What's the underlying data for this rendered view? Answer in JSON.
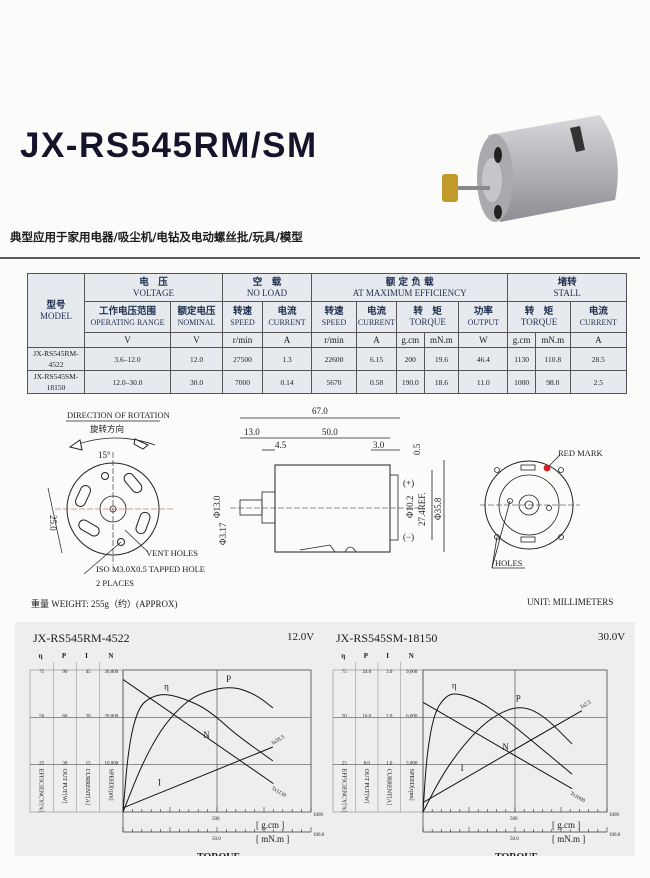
{
  "header": {
    "title": "JX-RS545RM/SM",
    "subtitle": "典型应用于家用电器/吸尘机/电钻及电动螺丝批/玩具/模型"
  },
  "table": {
    "model_zh": "型号",
    "model_en": "MODEL",
    "voltage_zh": "电　压",
    "voltage_en": "VOLTAGE",
    "noload_zh": "空　载",
    "noload_en": "NO LOAD",
    "maxeff_zh": "额 定 负 载",
    "maxeff_en": "AT MAXIMUM EFFICIENCY",
    "stall_zh": "堵转",
    "stall_en": "STALL",
    "op_range_zh": "工作电压范围",
    "op_range_en": "OPERATING RANGE",
    "nominal_zh": "额定电压",
    "nominal_en": "NOMINAL",
    "speed_zh": "转速",
    "speed_en": "SPEED",
    "current_zh": "电流",
    "current_en": "CURRENT",
    "torque_zh": "转　矩",
    "torque_en": "TORQUE",
    "output_zh": "功率",
    "output_en": "OUTPUT",
    "units": [
      "V",
      "V",
      "r/min",
      "A",
      "r/min",
      "A",
      "g.cm",
      "mN.m",
      "W",
      "g.cm",
      "mN.m",
      "A"
    ],
    "rows": [
      [
        "JX-RS545RM-4522",
        "3.6–12.0",
        "12.0",
        "27500",
        "1.3",
        "22600",
        "6.15",
        "200",
        "19.6",
        "46.4",
        "1130",
        "110.8",
        "28.5"
      ],
      [
        "JX-RS545SM-18150",
        "12.0–30.0",
        "30.0",
        "7000",
        "0.14",
        "5670",
        "0.58",
        "190.0",
        "18.6",
        "11.0",
        "1000",
        "98.0",
        "2.5"
      ]
    ]
  },
  "drawing": {
    "direction_en": "DIRECTION OF ROTATION",
    "direction_zh": "旋转方向",
    "angle": "15°",
    "pcd": "25.0",
    "vent_holes": "VENT HOLES",
    "tapped_hole": "ISO M3.0X0.5 TAPPED HOLE",
    "places": "2 PLACES",
    "dim_total": "67.0",
    "dim_shaft": "13.0",
    "dim_body": "50.0",
    "dim_boss": "4.5",
    "dim_term": "3.0",
    "dim_05": "0.5",
    "dim_d13": "Φ13.0",
    "dim_d317": "Φ3.17",
    "dim_d102": "Φ10.2",
    "dim_274": "27.4REF.",
    "dim_d358": "Φ35.8",
    "plus": "(+)",
    "minus": "(−)",
    "red_mark": "RED MARK",
    "holes": "HOLES",
    "weight": "重量 WEIGHT: 255g（约）(APPROX)",
    "unit": "UNIT: MILLIMETERS"
  },
  "colors": {
    "red_mark": "#d42020",
    "table_bg": "#e6eaee",
    "chart_bg": "#edefed"
  },
  "chart_data": [
    {
      "type": "line",
      "title": "JX-RS545RM-4522",
      "voltage": "12.0V",
      "xlabel": "TORQUE",
      "xunit1": "[ g.cm ]",
      "xunit2": "[ mN.m ]",
      "xlim": [
        0,
        1000
      ],
      "x2ticks": [
        "50.0",
        "100.0"
      ],
      "xticks": [
        "500",
        "1000"
      ],
      "axes": [
        {
          "sym": "η",
          "label": "EFFICIENCY[%]",
          "max": 75,
          "ticks": [
            "75",
            "50",
            "25"
          ]
        },
        {
          "sym": "P",
          "label": "OUT PUT[W]",
          "max": 90,
          "ticks": [
            "90",
            "60",
            "30"
          ]
        },
        {
          "sym": "I",
          "label": "CURRENT[A]",
          "max": 45,
          "ticks": [
            "45",
            "30",
            "15"
          ]
        },
        {
          "sym": "N",
          "label": "SPEED[rpm]",
          "max": 30000,
          "ticks": [
            "30,000",
            "20,000",
            "10,000"
          ]
        }
      ],
      "series": [
        {
          "name": "η",
          "axis": 0,
          "x": [
            0,
            30,
            80,
            150,
            240,
            400,
            500,
            600,
            797
          ],
          "y": [
            0,
            35,
            55,
            61,
            62.6,
            57,
            50,
            41,
            27
          ]
        },
        {
          "name": "P",
          "axis": 1,
          "x": [
            0,
            100,
            200,
            300,
            400,
            570,
            700,
            797
          ],
          "y": [
            0,
            30,
            52,
            66,
            75,
            80,
            75,
            66
          ]
        },
        {
          "name": "N",
          "axis": 3,
          "x": [
            0,
            800
          ],
          "y": [
            28000,
            6000
          ],
          "end_label": "Ts1130"
        },
        {
          "name": "I",
          "axis": 2,
          "x": [
            0,
            797
          ],
          "y": [
            1.3,
            20.6
          ],
          "end_label": "Ia28.5"
        }
      ]
    },
    {
      "type": "line",
      "title": "JX-RS545SM-18150",
      "voltage": "30.0V",
      "xlabel": "TORQUE",
      "xunit1": "[ g.cm ]",
      "xunit2": "[ mN.m ]",
      "xlim": [
        0,
        1000
      ],
      "x2ticks": [
        "50.0",
        "100.0"
      ],
      "xticks": [
        "500",
        "1000"
      ],
      "axes": [
        {
          "sym": "η",
          "label": "EFFICIENCY[%]",
          "max": 75,
          "ticks": [
            "75",
            "50",
            "25"
          ]
        },
        {
          "sym": "P",
          "label": "OUT PUT[W]",
          "max": 24,
          "ticks": [
            "24.0",
            "16.0",
            "8.0"
          ]
        },
        {
          "sym": "I",
          "label": "CURRENT[A]",
          "max": 3,
          "ticks": [
            "3.0",
            "2.0",
            "1.0"
          ]
        },
        {
          "sym": "N",
          "label": "SPEED[rpm]",
          "max": 9000,
          "ticks": [
            "9,000",
            "6,000",
            "3,000"
          ]
        }
      ],
      "series": [
        {
          "name": "η",
          "axis": 0,
          "x": [
            0,
            20,
            60,
            120,
            179,
            300,
            450,
            600,
            810
          ],
          "y": [
            0,
            30,
            52,
            61,
            63,
            59,
            49,
            37,
            20
          ]
        },
        {
          "name": "P",
          "axis": 1,
          "x": [
            0,
            100,
            200,
            300,
            400,
            526,
            650,
            810
          ],
          "y": [
            0,
            6,
            10.5,
            14,
            16.5,
            18,
            16.5,
            11.5
          ]
        },
        {
          "name": "N",
          "axis": 3,
          "x": [
            0,
            810
          ],
          "y": [
            6950,
            1475
          ],
          "end_label": "Ts1000"
        },
        {
          "name": "I",
          "axis": 2,
          "x": [
            0,
            863
          ],
          "y": [
            0.2,
            2.14
          ],
          "end_label": "Ia2.5"
        }
      ]
    }
  ]
}
